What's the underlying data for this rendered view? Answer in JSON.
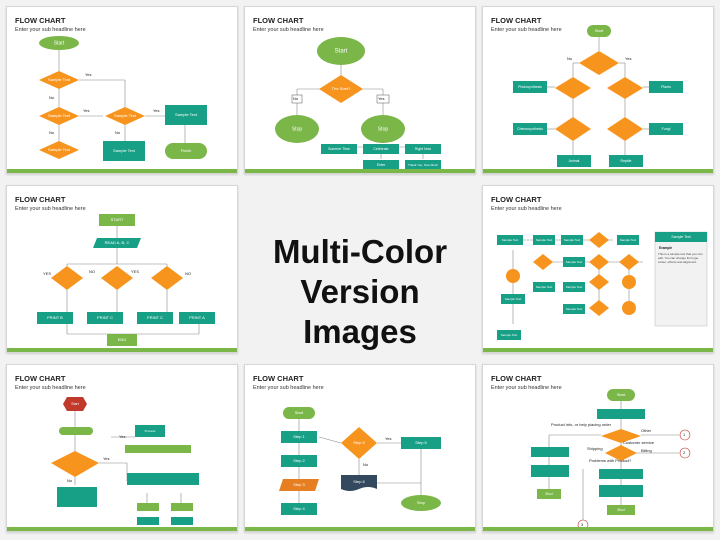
{
  "center": {
    "line1": "Multi-Color",
    "line2": "Version Images"
  },
  "slides": [
    {
      "title": "FLOW CHART",
      "subtitle": "Enter your sub headline here",
      "labels": {
        "start": "Start",
        "sample": "Sample Text",
        "yes": "Yes",
        "no": "No",
        "finish": "Finish"
      }
    },
    {
      "title": "FLOW CHART",
      "subtitle": "Enter your sub headline here",
      "labels": {
        "start": "Start",
        "question": "The Start?",
        "yes": "Yes",
        "no": "No",
        "stop": "Stop",
        "summer": "Summer Time",
        "celebrate": "Celebrate",
        "right": "Right Now",
        "enter": "Enter",
        "thank": "Thank You, Now Much"
      }
    },
    {
      "title": "FLOW CHART",
      "subtitle": "Enter your sub headline here",
      "labels": {
        "start": "Start",
        "yes": "Yes",
        "no": "No",
        "photosynth": "Photosynthesis",
        "plants": "Plants",
        "chemo": "Chemosynthesis",
        "fungi": "Fungi",
        "animal": "Animal",
        "reptile": "Reptile"
      }
    },
    {
      "title": "FLOW CHART",
      "subtitle": "Enter your sub headline here",
      "labels": {
        "start": "START",
        "read": "READ A, B, C",
        "yes": "YES",
        "no": "NO",
        "printb": "PRINT B",
        "printc": "PRINT C",
        "printa": "PRINT A",
        "end": "END"
      }
    },
    {
      "title": "FLOW CHART",
      "subtitle": "Enter your sub headline here",
      "labels": {
        "sample": "Sample Text",
        "example": "Example",
        "sidebody": "This is a sample text that you can edit. You can change font type, colour, effects and alignment."
      }
    },
    {
      "title": "FLOW CHART",
      "subtitle": "Enter your sub headline here",
      "labels": {
        "yes": "Yes",
        "no": "No",
        "start": "Start",
        "process": "Process"
      }
    },
    {
      "title": "FLOW CHART",
      "subtitle": "Enter your sub headline here",
      "labels": {
        "start": "Start",
        "stop": "Stop",
        "step1": "Step 1",
        "step2": "Step 2",
        "step3": "Step 3",
        "step4": "Step 4",
        "step5": "Step 5",
        "step6": "Step 6",
        "yes": "Yes",
        "no": "No"
      }
    },
    {
      "title": "FLOW CHART",
      "subtitle": "Enter your sub headline here",
      "labels": {
        "product": "Product info, or help placing order",
        "other": "Other",
        "customer": "Customer service",
        "shipping": "Shipping",
        "billing": "Billing",
        "problems": "Problems with Product?",
        "start": "Start",
        "end": "End",
        "n1": "1",
        "n2": "2",
        "n3": "3"
      }
    }
  ]
}
